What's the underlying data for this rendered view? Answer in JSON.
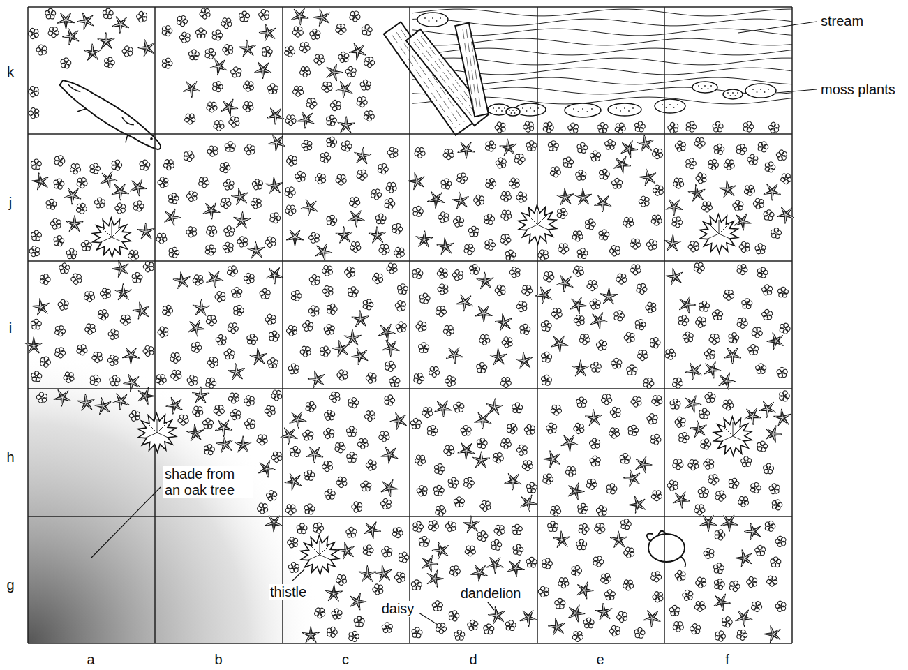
{
  "diagram": {
    "labels": [
      "k",
      "j",
      "i",
      "h",
      "g",
      "a",
      "b",
      "c",
      "d",
      "e",
      "f",
      "stream",
      "moss plants",
      "shade from an oak tree",
      "thistle",
      "daisy",
      "dandelion"
    ]
  }
}
